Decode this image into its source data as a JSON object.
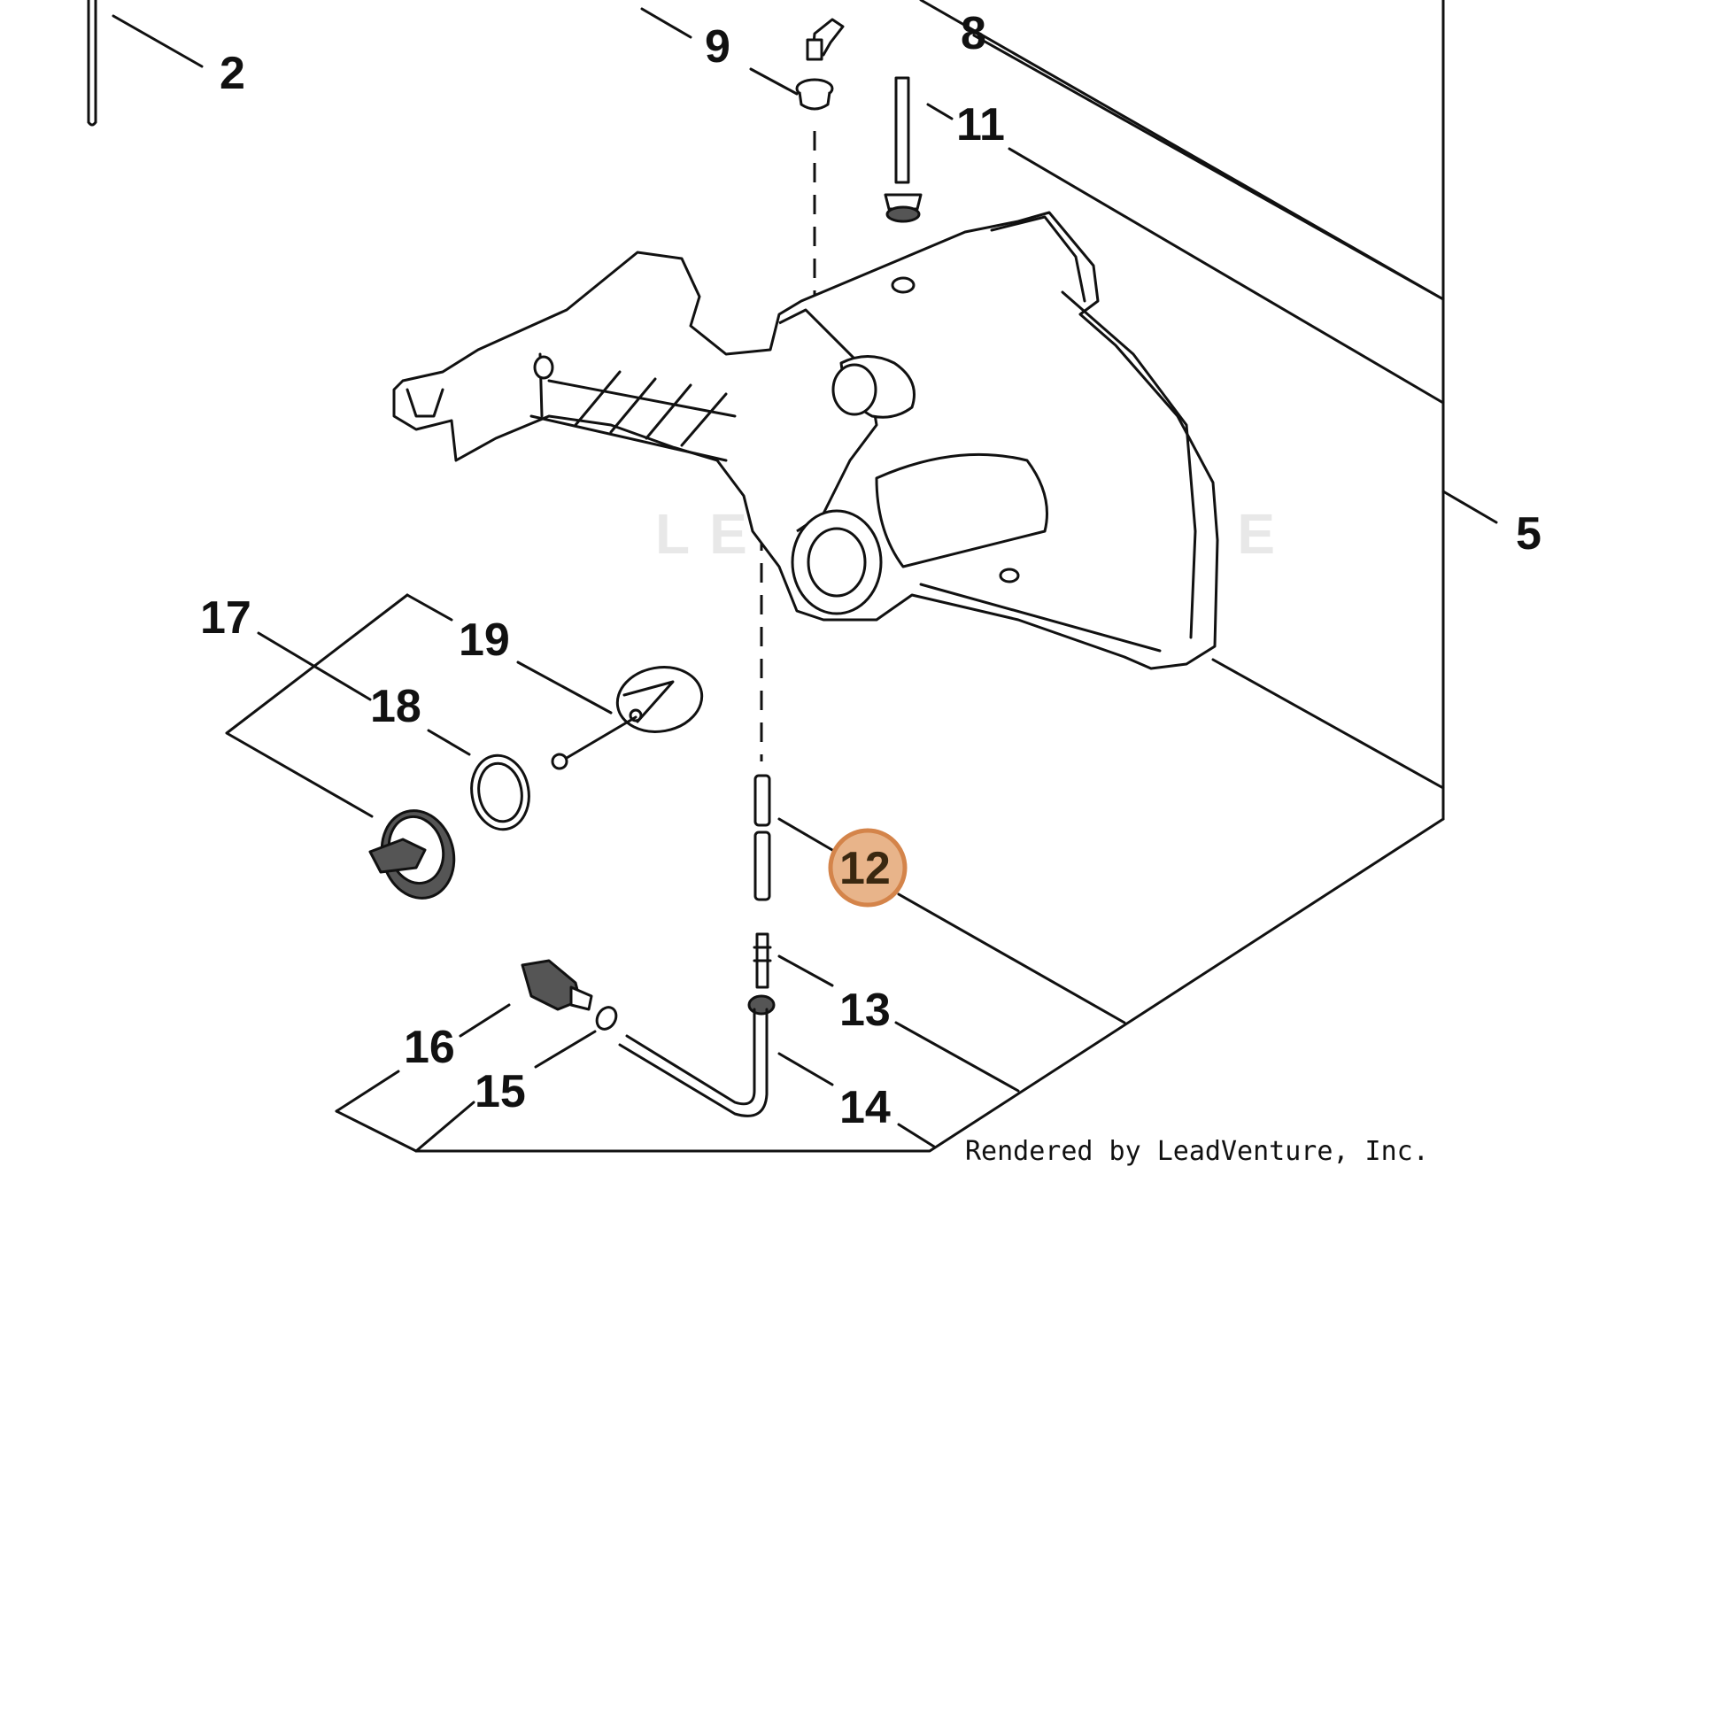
{
  "callouts": {
    "c2": "2",
    "c5": "5",
    "c8": "8",
    "c9": "9",
    "c11": "11",
    "c12": "12",
    "c13": "13",
    "c14": "14",
    "c15": "15",
    "c16": "16",
    "c17": "17",
    "c18": "18",
    "c19": "19"
  },
  "highlighted_callout": "12",
  "highlight_color": "#e8b48a",
  "credit": "Rendered by LeadVenture, Inc.",
  "watermark": "LEADVENTURE"
}
